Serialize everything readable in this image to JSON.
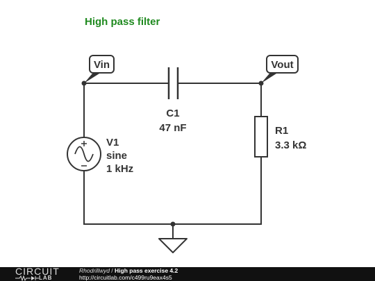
{
  "title": "High pass filter",
  "nodes": {
    "vin_label": "Vin",
    "vout_label": "Vout"
  },
  "capacitor": {
    "name": "C1",
    "value": "47 nF"
  },
  "resistor": {
    "name": "R1",
    "value": "3.3 kΩ"
  },
  "source": {
    "name": "V1",
    "type": "sine",
    "freq": "1 kHz"
  },
  "footer": {
    "logo_top": "CIRCUIT",
    "logo_bottom": "LAB",
    "author": "Rhodrillwyd",
    "separator": " / ",
    "project": "High pass exercise 4.2",
    "url": "http://circuitlab.com/c499ru9eax4s5"
  },
  "colors": {
    "title": "#1f8a1f",
    "wire": "#333333",
    "footer_bg": "#111111"
  }
}
